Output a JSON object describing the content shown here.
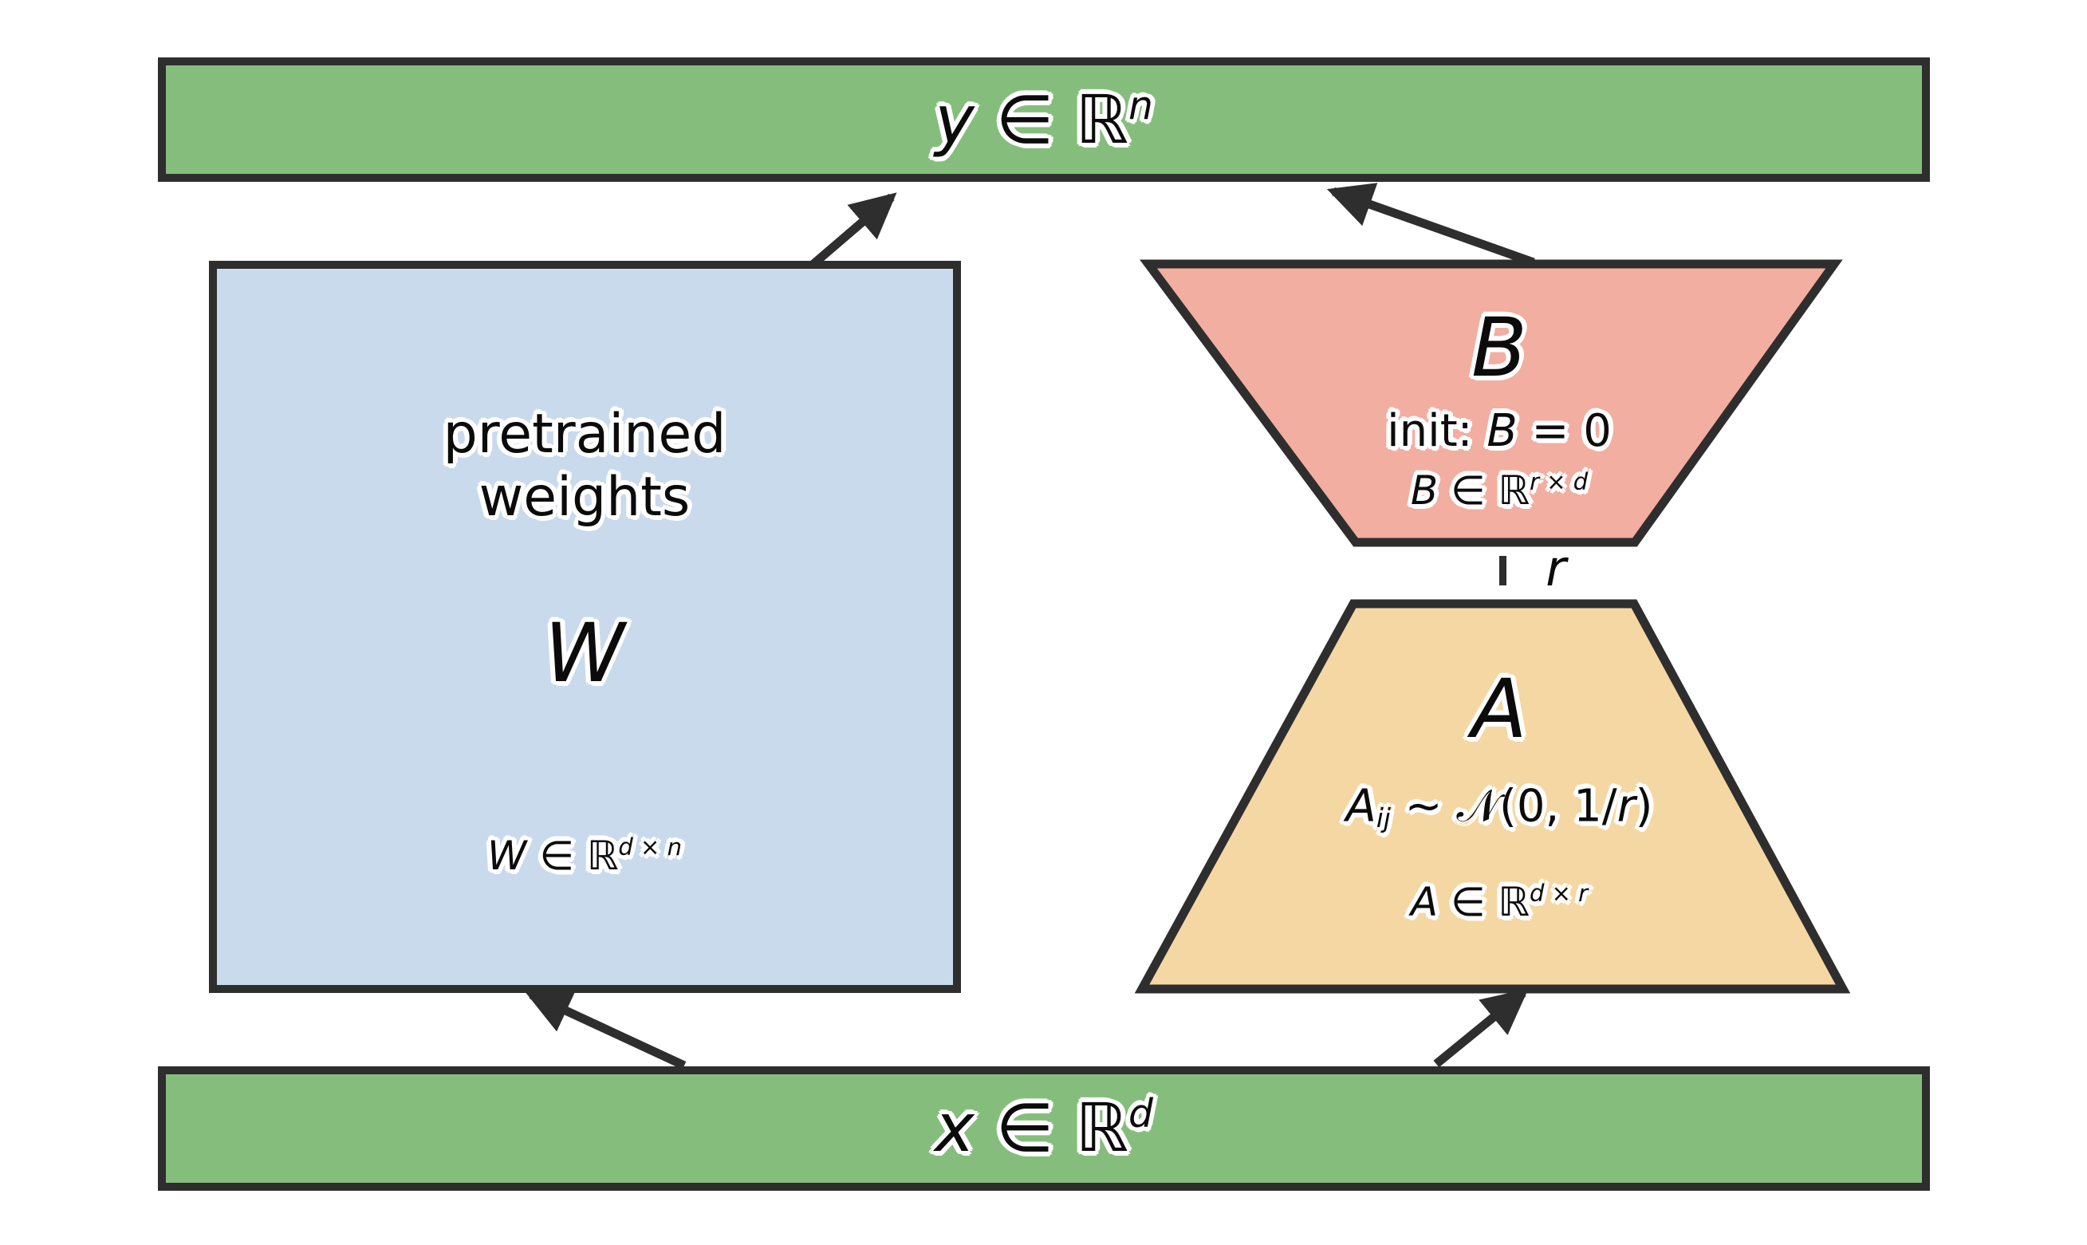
{
  "colors": {
    "bar_fill": "#85BE7C",
    "box_fill": "#C9DAED",
    "b_fill": "#F2AEA0",
    "a_fill": "#F5D7A3",
    "outline": "#2E2E2E",
    "halo": "#FFFFFF"
  },
  "output_bar": {
    "label_base": "y ∈ ℝ",
    "label_sup": "n"
  },
  "input_bar": {
    "label_base": "x ∈ ℝ",
    "label_sup": "d"
  },
  "pretrained_block": {
    "caption_line1": "pretrained",
    "caption_line2": "weights",
    "symbol": "W",
    "dims_base": "W ∈ ℝ",
    "dims_sup": "d × n"
  },
  "b_block": {
    "symbol": "B",
    "init_prefix": "init: ",
    "init_var": "B",
    "init_rest": " = 0",
    "dims_base": "B ∈ ℝ",
    "dims_sup": "r × d"
  },
  "a_block": {
    "symbol": "A",
    "dist_var": "A",
    "dist_sub": "ij",
    "dist_rest_pre": " ∼ 𝒩(0, 1/",
    "dist_r": "r",
    "dist_rest_post": ")",
    "dims_base": "A ∈ ℝ",
    "dims_sup": "d × r"
  },
  "rank_label": "r"
}
